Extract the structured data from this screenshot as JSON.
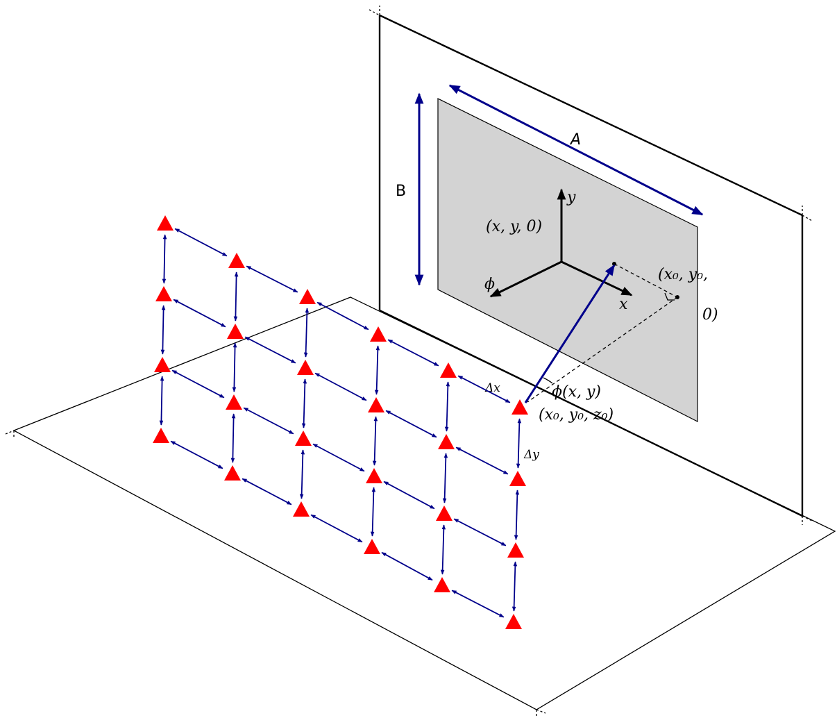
{
  "labels": {
    "dim_a": "A",
    "dim_b": "B",
    "axis_y": "y",
    "axis_x": "x",
    "axis_phi": "ϕ",
    "origin_point": "(x, y, 0)",
    "target_point": "(x₀, y₀, 0)",
    "array_point": "(x₀, y₀, z₀)",
    "angle": "ϕ(x, y)",
    "delta_x": "Δx",
    "delta_y": "Δy"
  },
  "colors": {
    "arrow": "#00008b",
    "node": "#ff0000",
    "panel": "#d3d3d3",
    "line": "#000000"
  },
  "grid": {
    "columns": 6,
    "rows": 4
  }
}
